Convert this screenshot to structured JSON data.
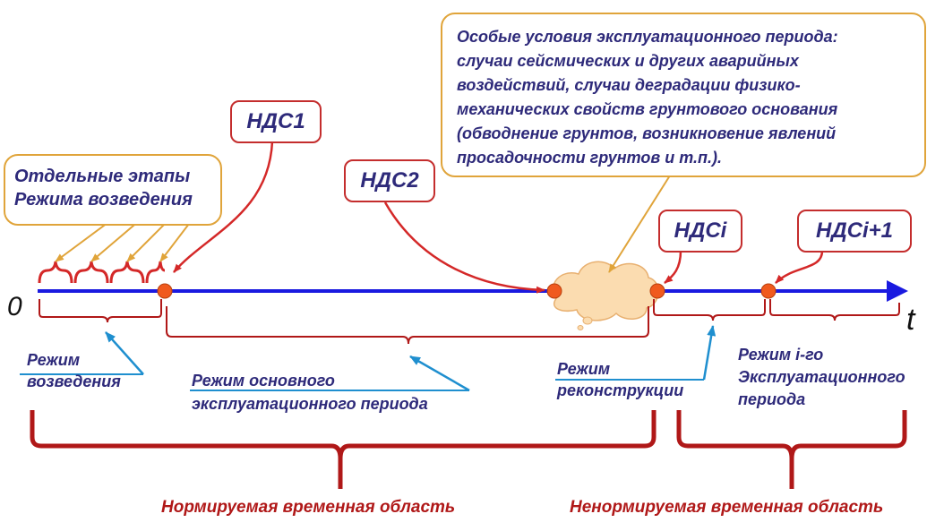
{
  "axis": {
    "origin_label": "0",
    "end_label": "t"
  },
  "states": {
    "nds1": "НДС1",
    "nds2": "НДС2",
    "ndsi": "НДСi",
    "ndsi_plus_1": "НДСi+1"
  },
  "notes": {
    "stages": [
      "Отдельные этапы",
      "Режима возведения"
    ],
    "special_conditions": [
      "Особые условия эксплуатационного периода:",
      "случаи сейсмических и других аварийных",
      "воздействий, случаи деградации физико-",
      "механических свойств грунтового основания",
      "(обводнение грунтов, возникновение явлений",
      "просадочности грунтов и т.п.)."
    ]
  },
  "modes": {
    "construction": [
      "Режим",
      "возведения"
    ],
    "main_operation": [
      "Режим основного",
      "эксплуатационного периода"
    ],
    "reconstruction": [
      "Режим",
      "реконструкции"
    ],
    "ith_operation": [
      "Режим i-го",
      "Эксплуатационного",
      "периода"
    ]
  },
  "regions": {
    "normalized": "Нормируемая временная область",
    "non_normalized": "Ненормируемая временная область"
  },
  "colors": {
    "axis": "#1a1ae0",
    "state_point": "#f05a1e",
    "brace_red": "#b01818",
    "arrow_red": "#d42828",
    "callout_orange": "#e0a43a",
    "pointer_blue": "#1f8fcf",
    "cloud_fill": "#fbdcb0",
    "text_navy": "#2e2a7a"
  }
}
